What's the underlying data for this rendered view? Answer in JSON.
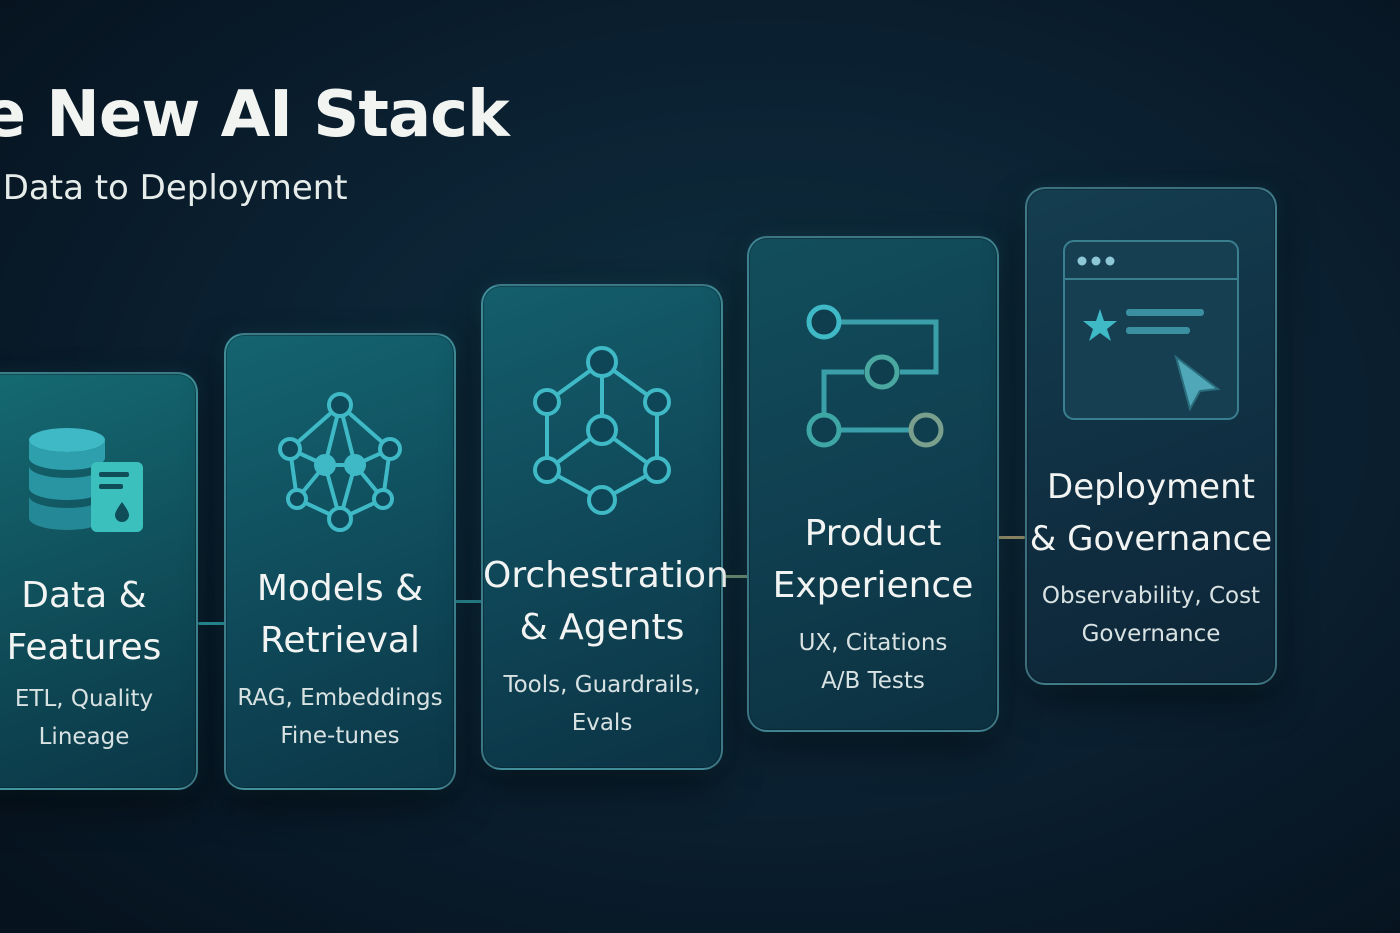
{
  "header": {
    "title": "he New AI Stack",
    "subtitle": "om Data to Deployment"
  },
  "colors": {
    "teal": "#3fb9c6",
    "teal_dark": "#1e8f9c",
    "gold": "#c9b27a"
  },
  "stages": [
    {
      "title_lines": [
        "Data &",
        "Features"
      ],
      "sub_lines": [
        "ETL, Quality",
        "Lineage"
      ],
      "icon": "database-document-icon"
    },
    {
      "title_lines": [
        "Models &",
        "Retrieval"
      ],
      "sub_lines": [
        "RAG, Embeddings",
        "Fine-tunes"
      ],
      "icon": "neural-network-icon"
    },
    {
      "title_lines": [
        "Orchestration",
        "& Agents"
      ],
      "sub_lines": [
        "Tools, Guardrails,",
        "Evals"
      ],
      "icon": "node-graph-icon"
    },
    {
      "title_lines": [
        "Product",
        "Experience"
      ],
      "sub_lines": [
        "UX, Citations",
        "A/B Tests"
      ],
      "icon": "workflow-path-icon"
    },
    {
      "title_lines": [
        "Deployment",
        "& Governance"
      ],
      "sub_lines": [
        "Observability, Cost",
        "Governance"
      ],
      "icon": "browser-window-cursor-icon"
    }
  ]
}
